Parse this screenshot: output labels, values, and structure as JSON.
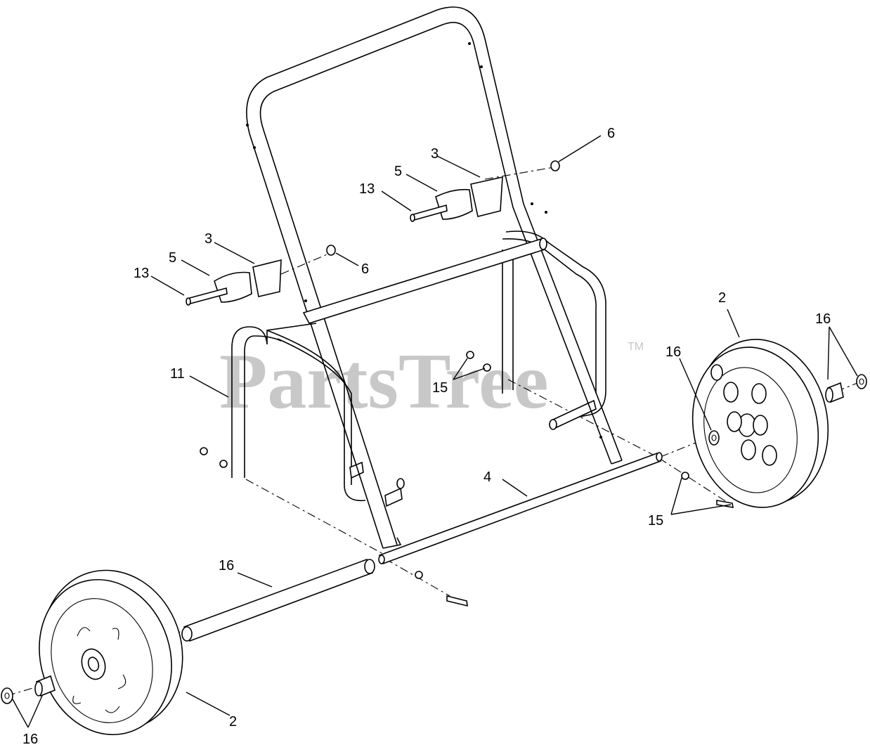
{
  "watermark": {
    "text": "PartsTree",
    "trademark": "TM"
  },
  "callouts": {
    "c2_right": "2",
    "c2_left": "2",
    "c3_top": "3",
    "c3_left": "3",
    "c4": "4",
    "c5_top": "5",
    "c5_left": "5",
    "c6_top": "6",
    "c6_left": "6",
    "c11": "11",
    "c13_top": "13",
    "c13_left": "13",
    "c15_center": "15",
    "c15_right": "15",
    "c16_axle": "16",
    "c16_wheel_right": "16",
    "c16_right_top": "16",
    "c16_bottom_left": "16"
  }
}
